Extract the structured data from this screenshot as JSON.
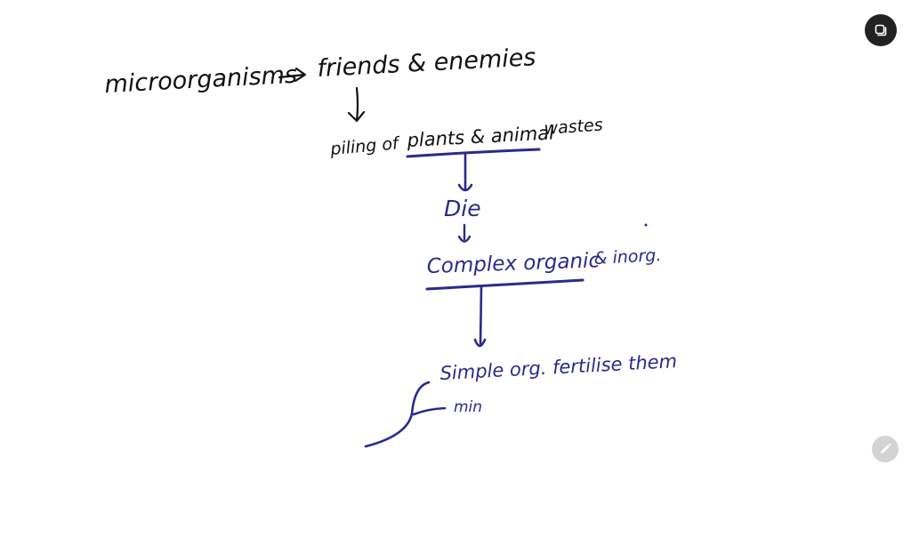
{
  "notes": {
    "line1_left": "microorganisms",
    "line1_right": "friends & enemies",
    "line2_prefix": "piling of",
    "line2_underlined": "plants & animal",
    "line2_suffix": "wastes",
    "step_die": "Die",
    "step_complex_underlined": "Complex organic",
    "step_complex_suffix": "& inorg.",
    "step_simple": "Simple org. fertilise them",
    "branch_min": "min"
  },
  "colors": {
    "black_ink": "#111111",
    "blue_ink": "#2a2a8c",
    "top_button_bg": "#222222",
    "edit_button_bg": "#d3d3d3"
  },
  "icons": {
    "top_button": "copy-icon",
    "bottom_button": "pencil-icon"
  }
}
